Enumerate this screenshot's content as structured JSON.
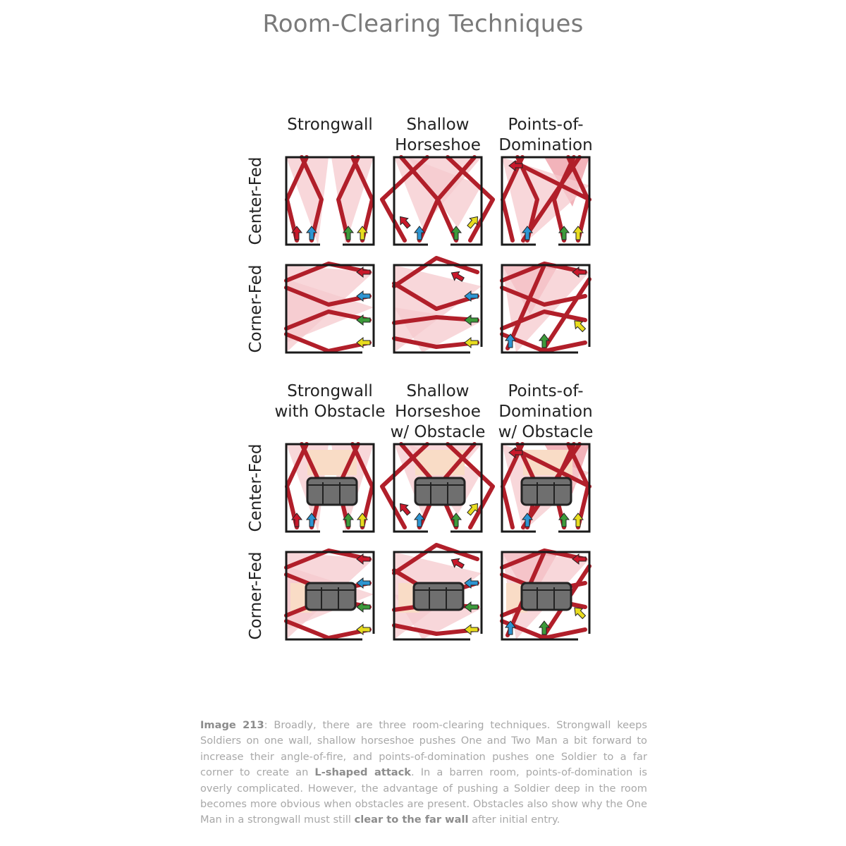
{
  "title": "Room-Clearing Techniques",
  "sections": [
    {
      "columns": [
        {
          "lines": [
            "Strongwall"
          ]
        },
        {
          "lines": [
            "Shallow",
            "Horseshoe"
          ]
        },
        {
          "lines": [
            "Points-of-",
            "Domination"
          ]
        }
      ],
      "rows": [
        "Center-Fed",
        "Corner-Fed"
      ],
      "obstacle": false
    },
    {
      "columns": [
        {
          "lines": [
            "Strongwall",
            "with Obstacle"
          ]
        },
        {
          "lines": [
            "Shallow",
            "Horseshoe",
            "w/ Obstacle"
          ]
        },
        {
          "lines": [
            "Points-of-",
            "Domination",
            "w/ Obstacle"
          ]
        }
      ],
      "rows": [
        "Center-Fed",
        "Corner-Fed"
      ],
      "obstacle": true
    }
  ],
  "colors": {
    "wall": "#1a1a1a",
    "fire_line": "#b11f2a",
    "coverage": "#f6c9cd",
    "coverage_dark": "#ee9aa3",
    "shadow": "#f9dcc6",
    "obstacle": "#6f6f6f",
    "soldier_red": "#c9182b",
    "soldier_blue": "#2d95d2",
    "soldier_green": "#3c9a3a",
    "soldier_yellow": "#e8dc1e"
  },
  "caption": {
    "label": "Image 213",
    "t1": ": Broadly, there are three room-clearing techniques. Strongwall keeps Soldiers on one wall, shallow horseshoe pushes One and Two Man a bit forward to increase their angle-of-fire, and points-of-domination pushes one Soldier to a far corner to create an ",
    "b1": "L-shaped attack",
    "t2": ". In a barren room, points-of-domination is overly complicated. However, the advantage of pushing a Soldier deep in the room becomes more obvious when obstacles are present. Obstacles also show why the One Man in a strongwall must still ",
    "b2": "clear to the far wall",
    "t3": " after initial entry."
  }
}
